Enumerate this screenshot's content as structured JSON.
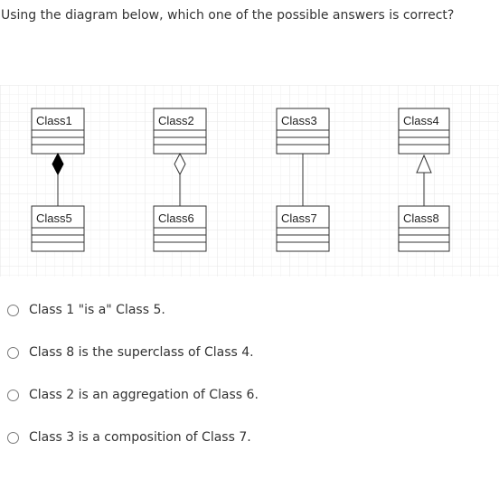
{
  "question": {
    "text": "Using the diagram below, which one of the possible answers is correct?"
  },
  "diagram": {
    "classes_top": [
      "Class1",
      "Class2",
      "Class3",
      "Class4"
    ],
    "classes_bottom": [
      "Class5",
      "Class6",
      "Class7",
      "Class8"
    ],
    "relationships": [
      "composition",
      "aggregation",
      "association",
      "generalization"
    ]
  },
  "answers": {
    "options": [
      {
        "label": "Class 1 \"is a\" Class 5."
      },
      {
        "label": "Class 8 is the superclass of Class 4."
      },
      {
        "label": "Class 2 is an aggregation of Class 6."
      },
      {
        "label": "Class 3 is a composition of Class 7."
      }
    ]
  }
}
